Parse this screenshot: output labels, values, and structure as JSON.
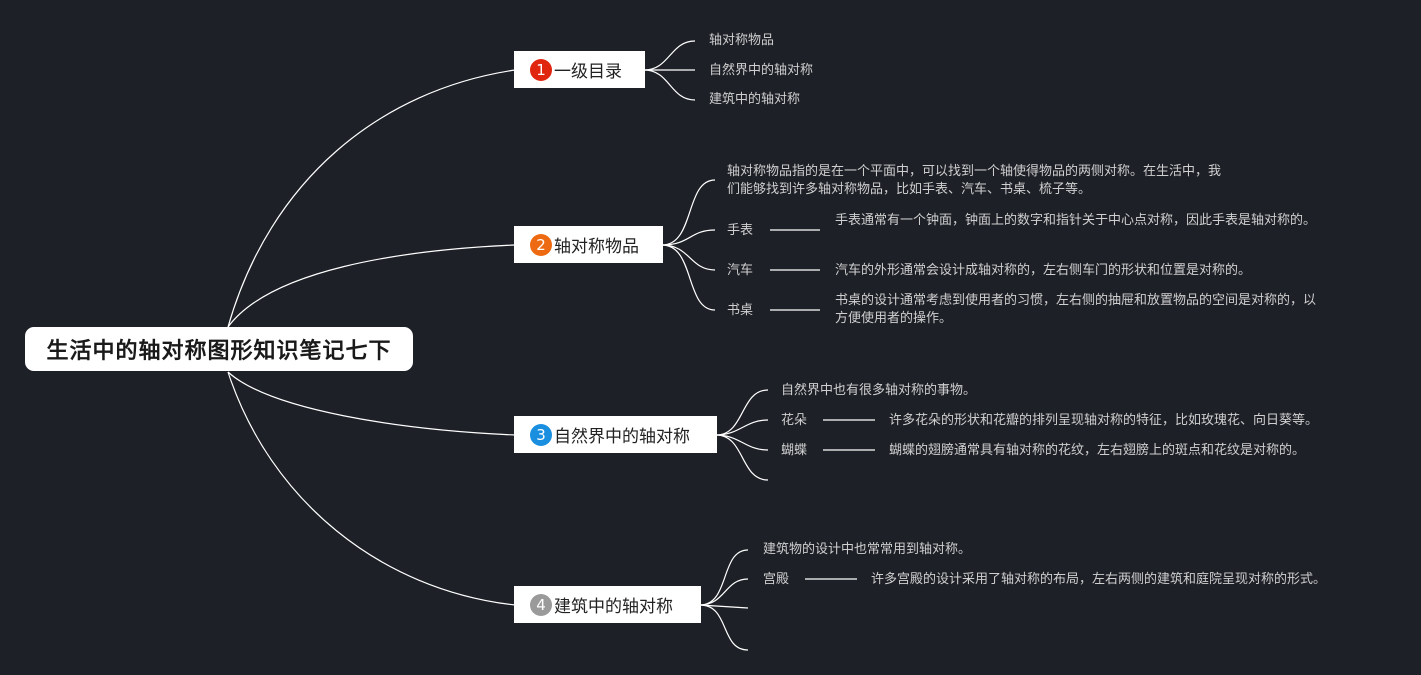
{
  "root": {
    "title": "生活中的轴对称图形知识笔记七下"
  },
  "topics": [
    {
      "num": "1",
      "label": "一级目录",
      "color": "#e0260e",
      "children": [
        "轴对称物品",
        "自然界中的轴对称",
        "建筑中的轴对称"
      ]
    },
    {
      "num": "2",
      "label": "轴对称物品",
      "color": "#ee6a12",
      "intro": "轴对称物品指的是在一个平面中，可以找到一个轴使得物品的两侧对称。在生活中，我们能够找到许多轴对称物品，比如手表、汽车、书桌、梳子等。",
      "items": [
        {
          "term": "手表",
          "desc": "手表通常有一个钟面，钟面上的数字和指针关于中心点对称，因此手表是轴对称的。"
        },
        {
          "term": "汽车",
          "desc": "汽车的外形通常会设计成轴对称的，左右侧车门的形状和位置是对称的。"
        },
        {
          "term": "书桌",
          "desc": "书桌的设计通常考虑到使用者的习惯，左右侧的抽屉和放置物品的空间是对称的，以方便使用者的操作。"
        }
      ]
    },
    {
      "num": "3",
      "label": "自然界中的轴对称",
      "color": "#1a8fe0",
      "intro": "自然界中也有很多轴对称的事物。",
      "items": [
        {
          "term": "花朵",
          "desc": "许多花朵的形状和花瓣的排列呈现轴对称的特征，比如玫瑰花、向日葵等。"
        },
        {
          "term": "蝴蝶",
          "desc": "蝴蝶的翅膀通常具有轴对称的花纹，左右翅膀上的斑点和花纹是对称的。"
        }
      ]
    },
    {
      "num": "4",
      "label": "建筑中的轴对称",
      "color": "#9a9a9a",
      "intro": "建筑物的设计中也常常用到轴对称。",
      "items": [
        {
          "term": "宫殿",
          "desc": "许多宫殿的设计采用了轴对称的布局，左右两侧的建筑和庭院呈现对称的形式。"
        }
      ]
    }
  ]
}
